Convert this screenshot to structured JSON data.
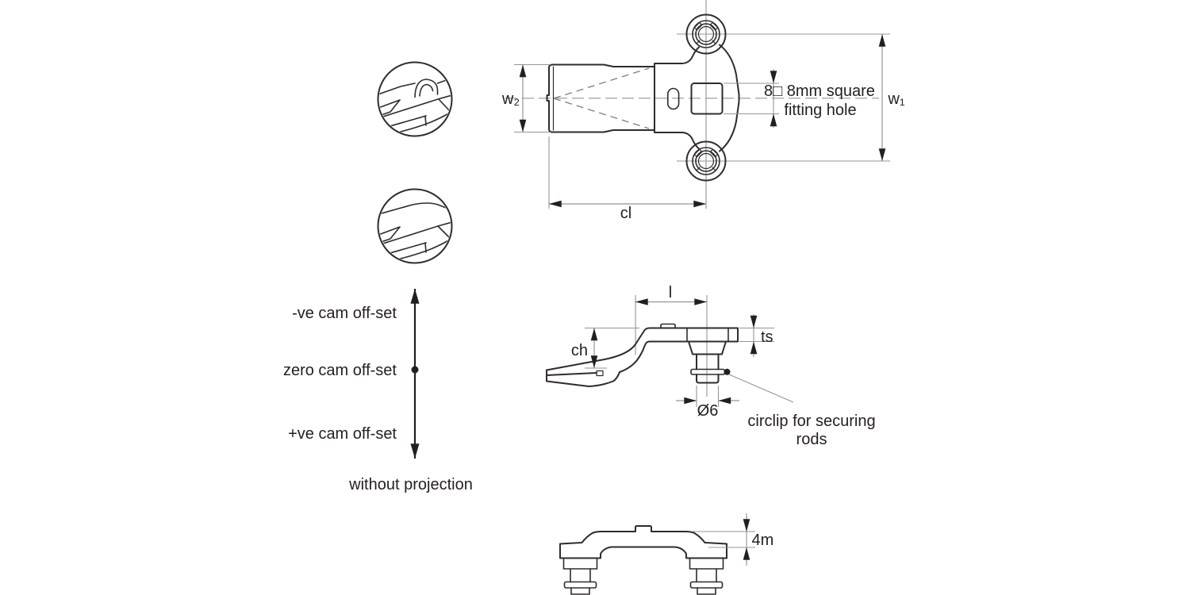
{
  "drawing": {
    "title_implicit": "cam latch technical drawing",
    "colors": {
      "background": "#ffffff",
      "outline": "#2e2c2d",
      "thin_line": "#939598",
      "text": "#231f20"
    },
    "cam_offset_legend": {
      "negative": "-ve cam off-set",
      "zero": "zero cam off-set",
      "positive": "+ve cam off-set",
      "caption": "without projection"
    },
    "plan_view": {
      "dim_w2": "w₂",
      "dim_w1": "w₁",
      "dim_cl": "cl",
      "square_hole_note": [
        "8□ 8mm square",
        "fitting hole"
      ]
    },
    "side_view": {
      "dim_l": "l",
      "dim_ts": "ts",
      "dim_ch": "ch",
      "dim_dia": "Ø6",
      "circlip_note": [
        "circlip for securing",
        "rods"
      ]
    },
    "front_view": {
      "dim_4m": "4m"
    }
  }
}
